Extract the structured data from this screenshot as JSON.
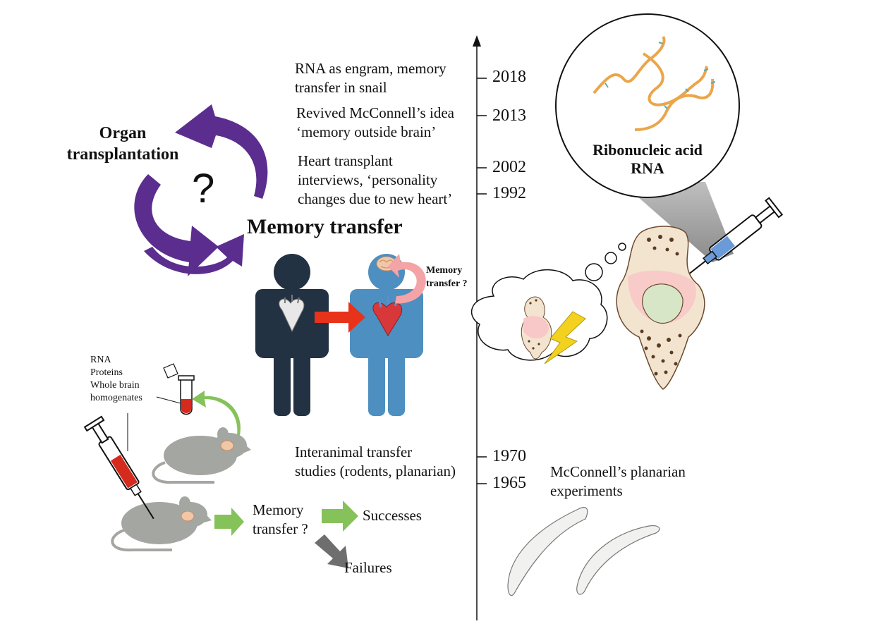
{
  "timeline": {
    "events": [
      {
        "year": "2018",
        "lines": [
          "RNA as engram, memory",
          "transfer in snail"
        ]
      },
      {
        "year": "2013",
        "lines": [
          "Revived McConnell’s idea",
          "‘memory outside brain’"
        ]
      },
      {
        "year": "2002",
        "lines": [
          "Heart transplant",
          "interviews, ‘personality",
          "changes due to new heart’"
        ]
      },
      {
        "year": "1992",
        "lines": []
      },
      {
        "year": "1970",
        "lines": [
          "Interanimal transfer",
          "studies (rodents, planarian)"
        ]
      },
      {
        "year": "1965",
        "lines": [
          "McConnell’s planarian",
          "experiments"
        ]
      }
    ]
  },
  "organ": {
    "title_line1": "Organ",
    "title_line2": "transplantation",
    "question": "?"
  },
  "memory_transfer_title": "Memory transfer",
  "human_transfer_label": [
    "Memory",
    "transfer ?"
  ],
  "rna_bubble": {
    "line1": "Ribonucleic acid",
    "line2": "RNA"
  },
  "rodent": {
    "extract_labels": [
      "RNA",
      "Proteins",
      "Whole brain",
      "homogenates"
    ],
    "outcome_question": [
      "Memory",
      "transfer ?"
    ],
    "success": "Successes",
    "failure": "Failures"
  },
  "colors": {
    "purple": "#5b2d8e",
    "dark_figure": "#233242",
    "blue_figure": "#4d8fc0",
    "red_arrow": "#e8331b",
    "green_arrow": "#86c25a",
    "gray_arrow": "#6e6e6e",
    "rodent": "#a4a6a2",
    "rna_orange": "#eba54a"
  }
}
